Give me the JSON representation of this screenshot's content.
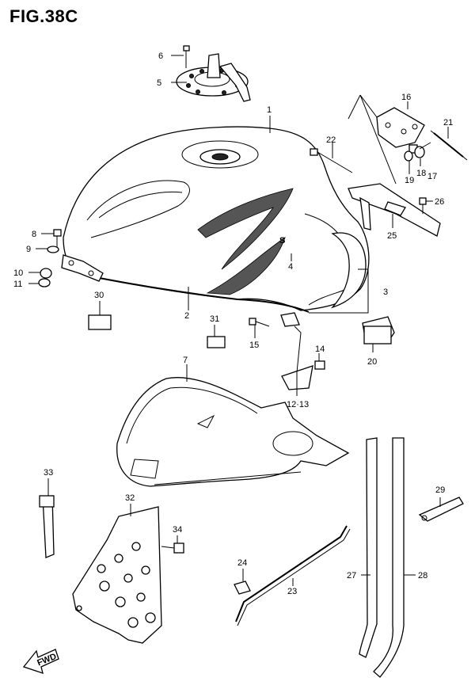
{
  "title": "FIG.38C",
  "fwd_label": "FWD",
  "callouts": [
    "1",
    "2",
    "3",
    "4",
    "5",
    "6",
    "7",
    "8",
    "9",
    "10",
    "11",
    "12·13",
    "14",
    "15",
    "16",
    "17",
    "18",
    "19",
    "20",
    "21",
    "22",
    "23",
    "24",
    "25",
    "26",
    "27",
    "28",
    "29",
    "30",
    "31",
    "32",
    "33",
    "34"
  ]
}
